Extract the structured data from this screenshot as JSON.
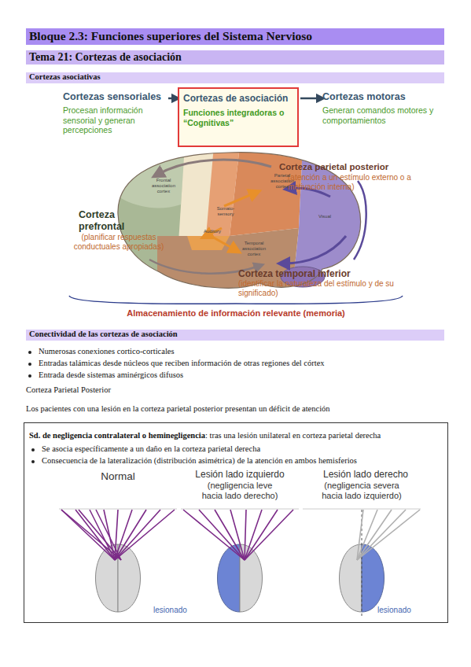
{
  "diagram": {
    "title": "Bloque 2.3: Funciones superiores del Sistema Nervioso",
    "nodes": [
      {
        "text": [
          "Tema 21: Cortezas de asociación"
        ]
      },
      {
        "text": [
          "Cortezas asociativas"
        ]
      },
      {
        "text": [
          "Cortezas sensoriales",
          "Procesan información sensorial y generan percepciones"
        ]
      },
      {
        "text": [
          "Cortezas de asociación",
          "Funciones integradoras o “Cognitivas”"
        ]
      },
      {
        "text": [
          "Cortezas motoras",
          "Generan comandos motores y comportamientos"
        ]
      },
      {
        "text": [
          "Conectividad de las cortezas de asociación"
        ]
      },
      {
        "text": [
          "Sd. de negligencia contralateral o heminegligencia",
          ": tras una lesión unilateral en corteza parietal derecha",
          "Se asocia específicamente a un daño en la corteza parietal derecha",
          "Consecuencia de la lateralización (distribución asimétrica) de la atención en ambos hemisferios"
        ]
      }
    ],
    "edges": [
      {
        "from": 2,
        "to": 3,
        "arrow": "to"
      },
      {
        "from": 3,
        "to": 4,
        "arrow": "to"
      }
    ],
    "labels": [
      "Corteza parietal posterior",
      "(atención a un estímulo externo o a motivación interna)",
      "Frontal association cortex",
      "Parietal association cortex",
      "Somato-sensory",
      "Auditory",
      "Temporal association cortex",
      "Visual",
      "Corteza prefrontal",
      "(planificar respuestas conductuales apropiadas)",
      "Corteza temporal inferior",
      "(identificar la naturaleza del estímulo y de su significado)",
      "Almacenamiento de información relevante (memoria)",
      "Numerosas conexiones cortico-corticales",
      "Entradas talámicas desde núcleos que reciben información de otras regiones del córtex",
      "Entrada desde sistemas aminérgicos difusos",
      "Corteza Parietal Posterior",
      "Los pacientes con una lesión en la corteza parietal posterior presentan un déficit de atención",
      "Normal",
      "Lesión lado izquierdo",
      "(negligencia leve hacia lado derecho)",
      "Lesión lado derecho",
      "(negligencia severa hacia lado izquierdo)",
      "lesionado",
      "lesionado"
    ]
  }
}
